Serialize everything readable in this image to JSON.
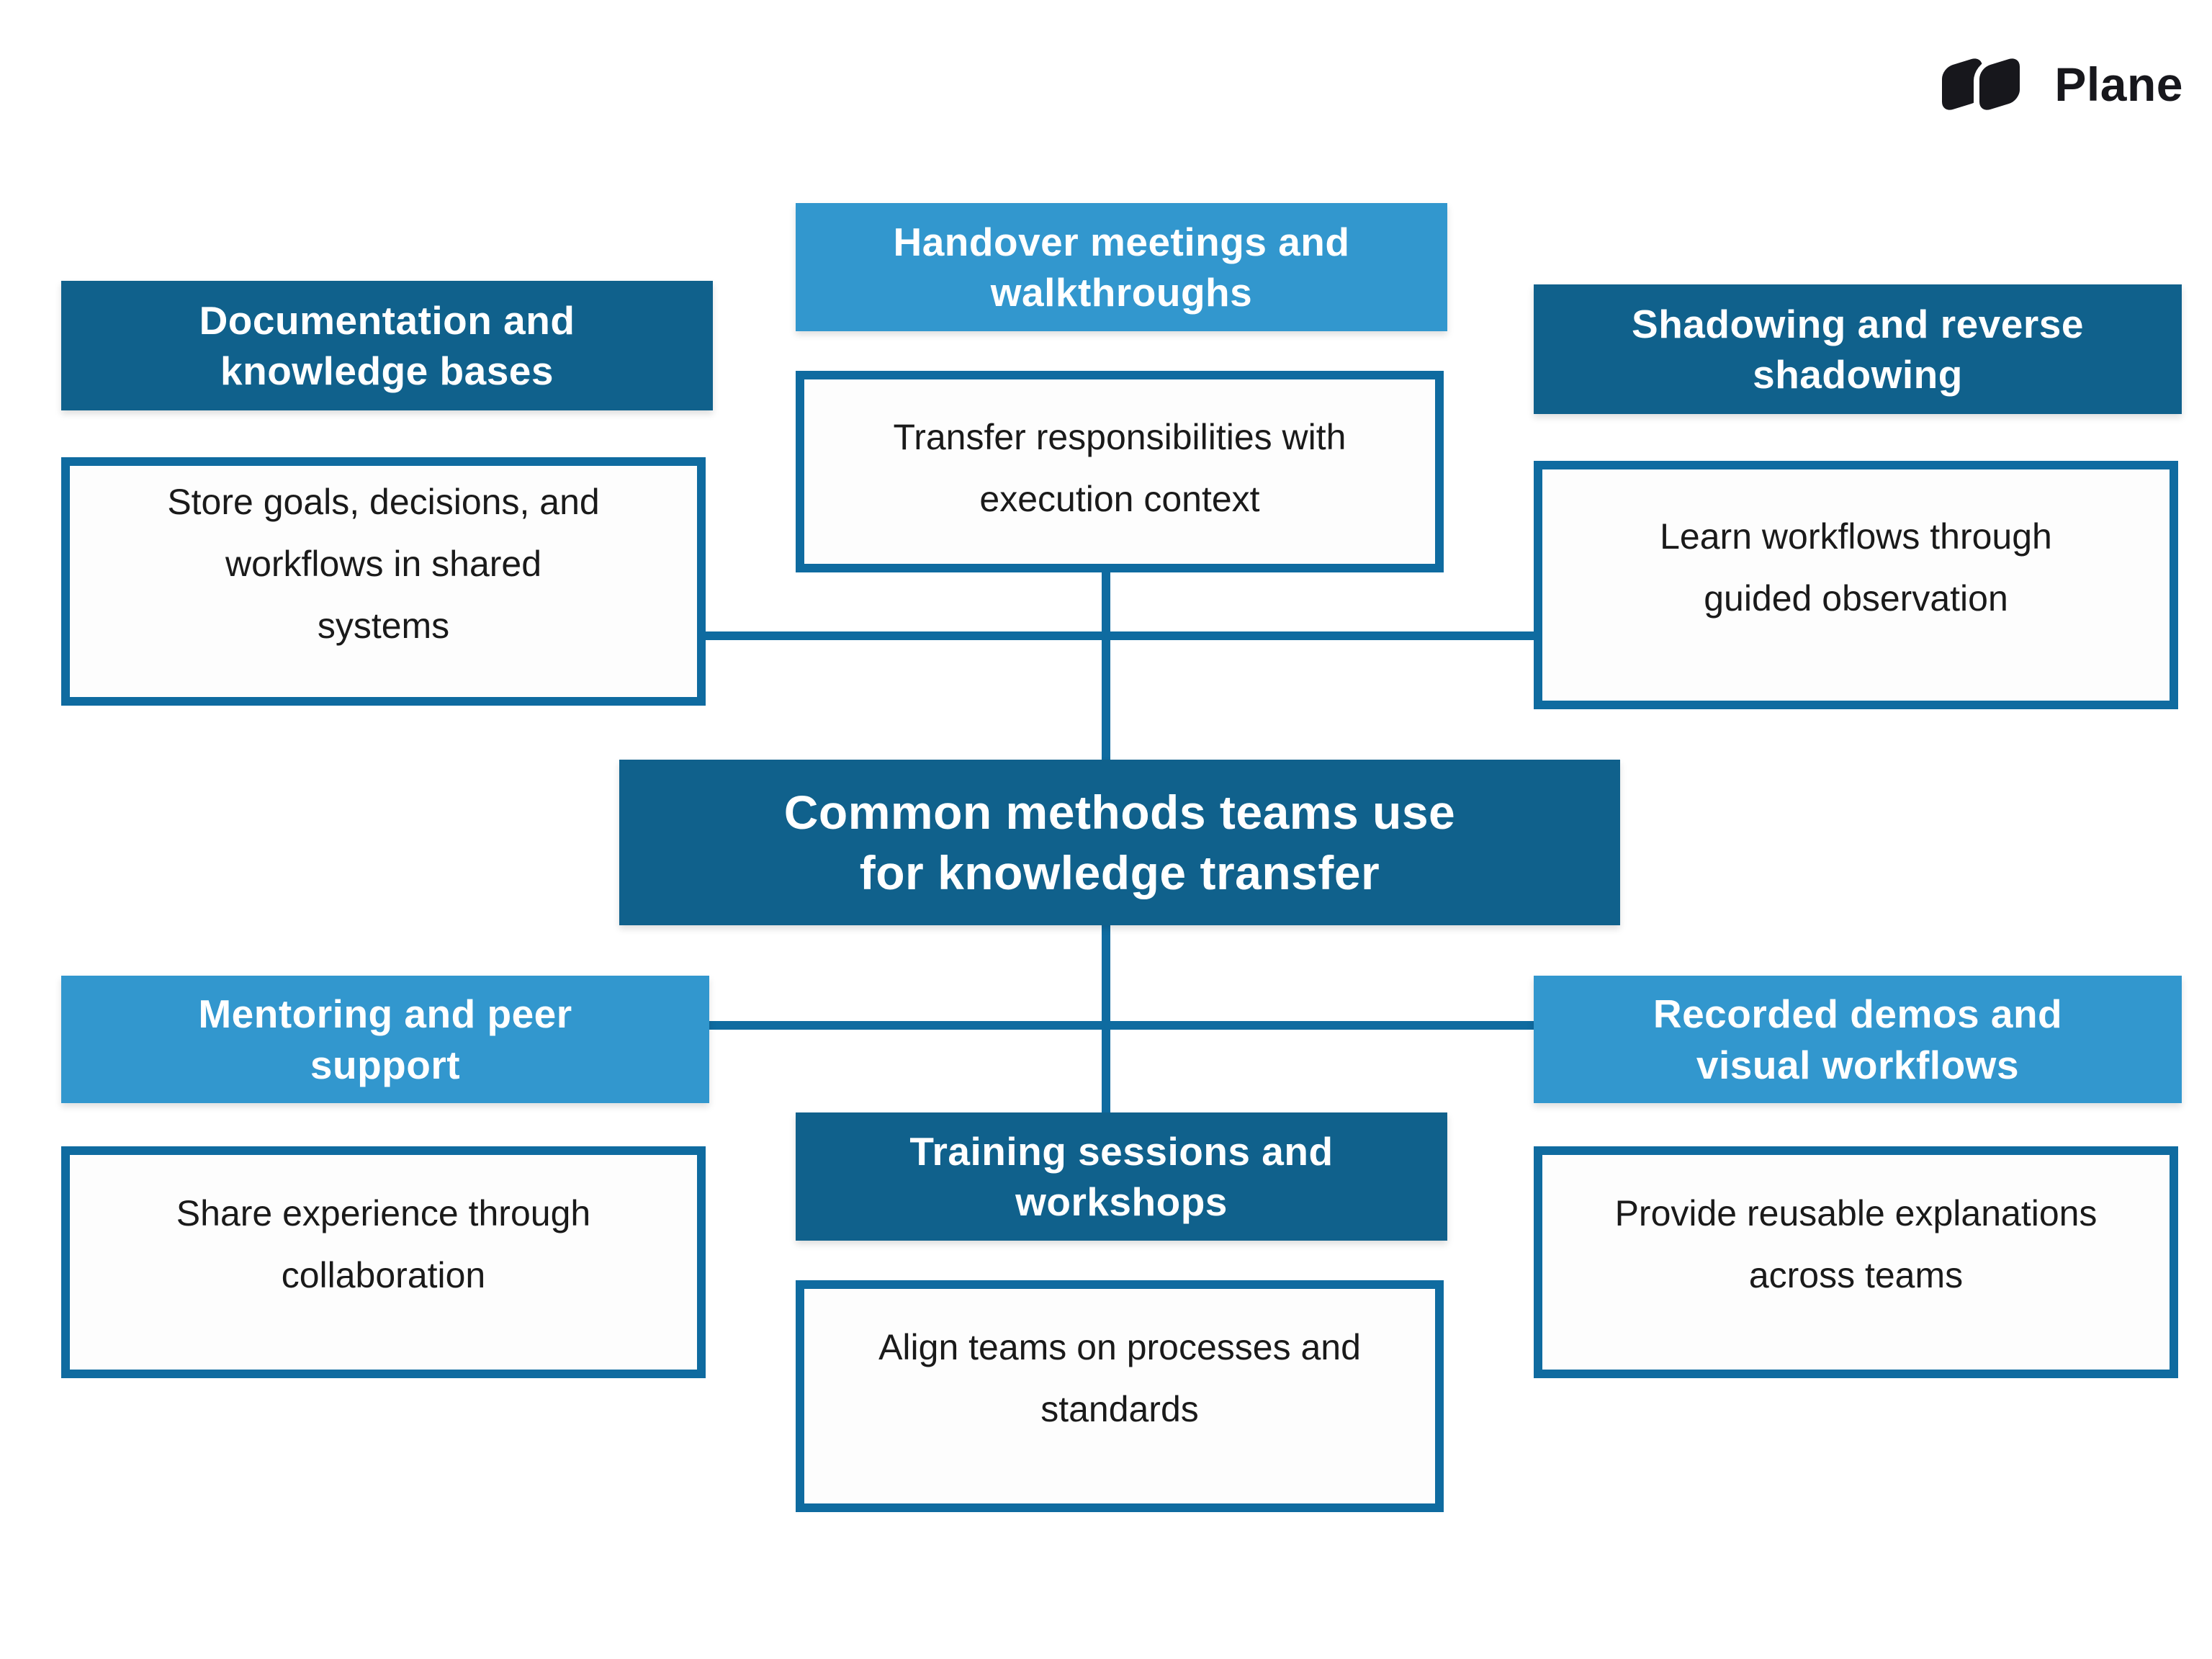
{
  "logo": {
    "brand": "Plane"
  },
  "colors": {
    "dark_blue": "#10618c",
    "light_blue": "#3297ce",
    "line_blue": "#0f6ba0",
    "text_dark": "#1a1a1a",
    "text_light": "#ffffff",
    "background": "#ffffff"
  },
  "center": {
    "title": "Common methods teams use\nfor knowledge transfer"
  },
  "branches": [
    {
      "id": "documentation",
      "title": "Documentation and\nknowledge bases",
      "description": "Store goals, decisions, and\nworkflows in shared\nsystems",
      "style": "dark"
    },
    {
      "id": "handover",
      "title": "Handover meetings and\nwalkthroughs",
      "description": "Transfer responsibilities with\nexecution context",
      "style": "light"
    },
    {
      "id": "shadowing",
      "title": "Shadowing and reverse\nshadowing",
      "description": "Learn workflows through\nguided observation",
      "style": "dark"
    },
    {
      "id": "mentoring",
      "title": "Mentoring and peer\nsupport",
      "description": "Share experience through\ncollaboration",
      "style": "light"
    },
    {
      "id": "training",
      "title": "Training sessions and\nworkshops",
      "description": "Align teams on processes and\nstandards",
      "style": "dark"
    },
    {
      "id": "recorded",
      "title": "Recorded demos and\nvisual workflows",
      "description": "Provide reusable explanations\nacross teams",
      "style": "light"
    }
  ]
}
